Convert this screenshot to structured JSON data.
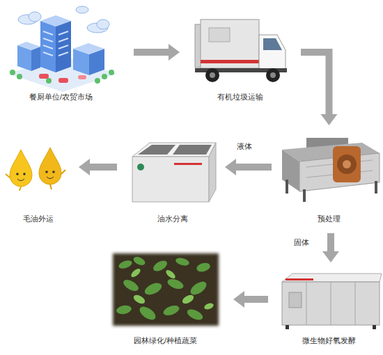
{
  "diagram": {
    "nodes": [
      {
        "text": [
          "餐厨单位/农贸市场"
        ]
      },
      {
        "text": [
          "有机垃圾运输"
        ]
      },
      {
        "text": [
          "预处理"
        ]
      },
      {
        "text": [
          "油水分离"
        ]
      },
      {
        "text": [
          "毛油外运"
        ]
      },
      {
        "text": [
          "微生物好氧发酵"
        ]
      },
      {
        "text": [
          "园林绿化/种植蔬菜"
        ]
      }
    ],
    "edges": [
      {
        "from": 0,
        "to": 1,
        "arrow": "to"
      },
      {
        "from": 1,
        "to": 2,
        "arrow": "to"
      },
      {
        "from": 2,
        "to": 3,
        "label": "液体",
        "arrow": "to"
      },
      {
        "from": 3,
        "to": 4,
        "arrow": "to"
      },
      {
        "from": 2,
        "to": 5,
        "label": "固体",
        "arrow": "to"
      },
      {
        "from": 5,
        "to": 6,
        "arrow": "to"
      }
    ]
  }
}
